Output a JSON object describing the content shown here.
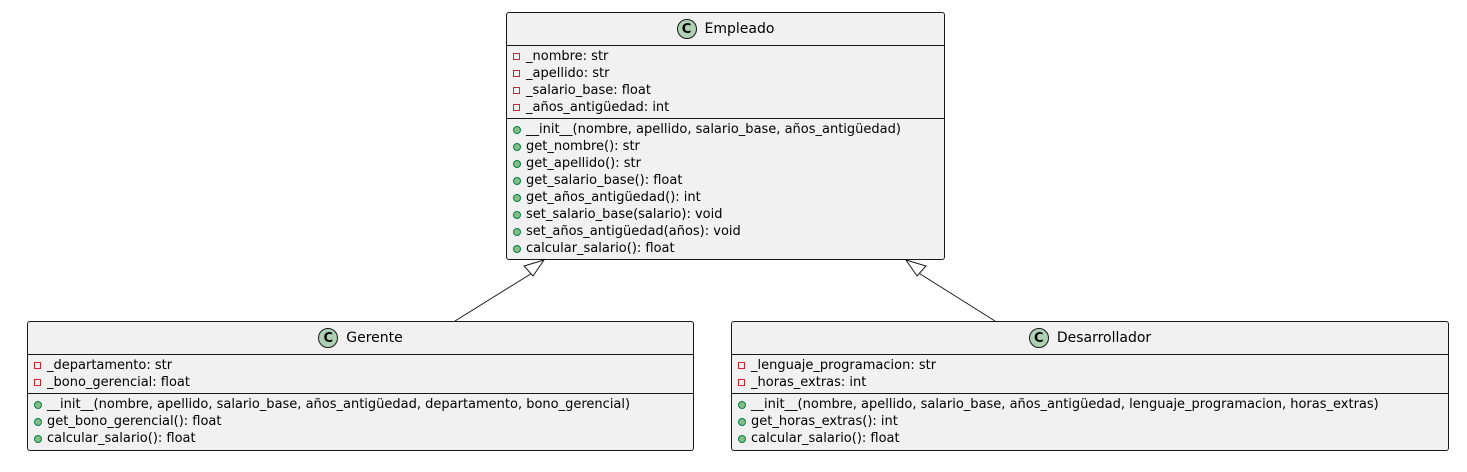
{
  "diagram": {
    "classes": [
      {
        "id": "empleado",
        "stereotype_letter": "C",
        "name": "Empleado",
        "attributes": [
          {
            "visibility": "private",
            "text": "_nombre: str"
          },
          {
            "visibility": "private",
            "text": "_apellido: str"
          },
          {
            "visibility": "private",
            "text": "_salario_base: float"
          },
          {
            "visibility": "private",
            "text": "_años_antigüedad: int"
          }
        ],
        "methods": [
          {
            "visibility": "public",
            "text": "__init__(nombre, apellido, salario_base, años_antigüedad)"
          },
          {
            "visibility": "public",
            "text": "get_nombre(): str"
          },
          {
            "visibility": "public",
            "text": "get_apellido(): str"
          },
          {
            "visibility": "public",
            "text": "get_salario_base(): float"
          },
          {
            "visibility": "public",
            "text": "get_años_antigüedad(): int"
          },
          {
            "visibility": "public",
            "text": "set_salario_base(salario): void"
          },
          {
            "visibility": "public",
            "text": "set_años_antigüedad(años): void"
          },
          {
            "visibility": "public",
            "text": "calcular_salario(): float"
          }
        ]
      },
      {
        "id": "gerente",
        "stereotype_letter": "C",
        "name": "Gerente",
        "attributes": [
          {
            "visibility": "private",
            "text": "_departamento: str"
          },
          {
            "visibility": "private",
            "text": "_bono_gerencial: float"
          }
        ],
        "methods": [
          {
            "visibility": "public",
            "text": "__init__(nombre, apellido, salario_base, años_antigüedad, departamento, bono_gerencial)"
          },
          {
            "visibility": "public",
            "text": "get_bono_gerencial(): float"
          },
          {
            "visibility": "public",
            "text": "calcular_salario(): float"
          }
        ]
      },
      {
        "id": "desarrollador",
        "stereotype_letter": "C",
        "name": "Desarrollador",
        "attributes": [
          {
            "visibility": "private",
            "text": "_lenguaje_programacion: str"
          },
          {
            "visibility": "private",
            "text": "_horas_extras: int"
          }
        ],
        "methods": [
          {
            "visibility": "public",
            "text": "__init__(nombre, apellido, salario_base, años_antigüedad, lenguaje_programacion, horas_extras)"
          },
          {
            "visibility": "public",
            "text": "get_horas_extras(): int"
          },
          {
            "visibility": "public",
            "text": "calcular_salario(): float"
          }
        ]
      }
    ],
    "relations": [
      {
        "type": "inheritance",
        "from": "gerente",
        "to": "empleado"
      },
      {
        "type": "inheritance",
        "from": "desarrollador",
        "to": "empleado"
      }
    ],
    "colors": {
      "box_fill": "#f1f1f1",
      "border": "#181818",
      "class_icon": "#add1b2",
      "private_marker": "#c82930",
      "public_marker": "#84be84"
    }
  }
}
